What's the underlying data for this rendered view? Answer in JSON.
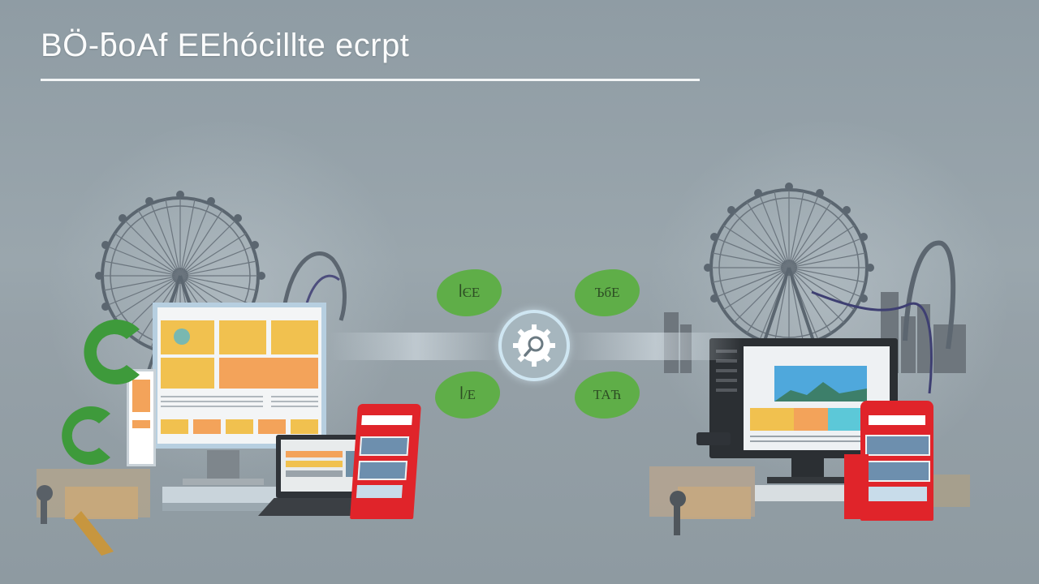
{
  "title": "BÖ-ƃoAf EEhócillte ecrpt",
  "arrows": {
    "top_left": "ꟾЄЕ",
    "top_right": "ЪбЕ",
    "bottom_left": "ꟾ/Е",
    "bottom_right": "ТАЋ"
  },
  "colors": {
    "background": "#94a0a7",
    "accent_green": "#5fae48",
    "bus_red": "#e0242a",
    "screen_yellow": "#f1c14f",
    "screen_orange": "#f3a35a"
  }
}
